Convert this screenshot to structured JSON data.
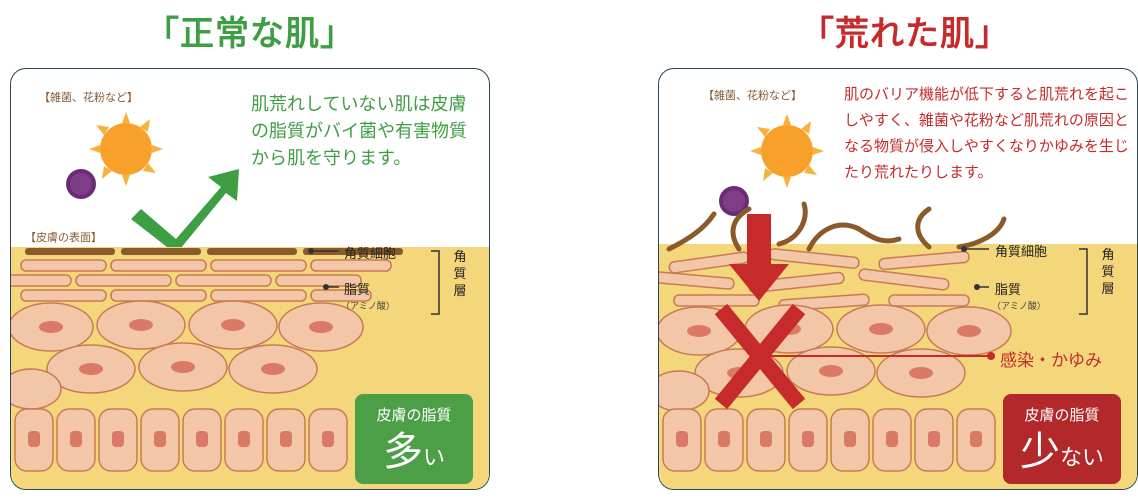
{
  "titles": {
    "normal": "「正常な肌」",
    "rough": "「荒れた肌」"
  },
  "left_panel": {
    "allergen_label": "【雑菌、花粉など】",
    "surface_label": "【皮膚の表面】",
    "description": "肌荒れしていない肌は皮膚の脂質がバイ菌や有害物質から肌を守ります。",
    "badge_top": "皮膚の脂質",
    "badge_big": "多",
    "badge_small": "い"
  },
  "right_panel": {
    "allergen_label": "【雑菌、花粉など】",
    "description": "肌のバリア機能が低下すると肌荒れを起こしやすく、雑菌や花粉など肌荒れの原因となる物質が侵入しやすくなりかゆみを生じたり荒れたりします。",
    "badge_top": "皮膚の脂質",
    "badge_big": "少",
    "badge_small": "ない",
    "infection_label": "感染・かゆみ"
  },
  "layers": {
    "corneocyte": "角質細胞",
    "lipid": "脂質",
    "lipid_sub": "（アミノ酸）",
    "stratum": "角質層"
  },
  "colors": {
    "green": "#3e9e44",
    "red": "#c62a2b",
    "cell_fill": "#f3c6a8",
    "cell_border": "#c97a55",
    "lipid_yellow": "#f3d77a",
    "horny_brown": "#8b5a2b"
  }
}
